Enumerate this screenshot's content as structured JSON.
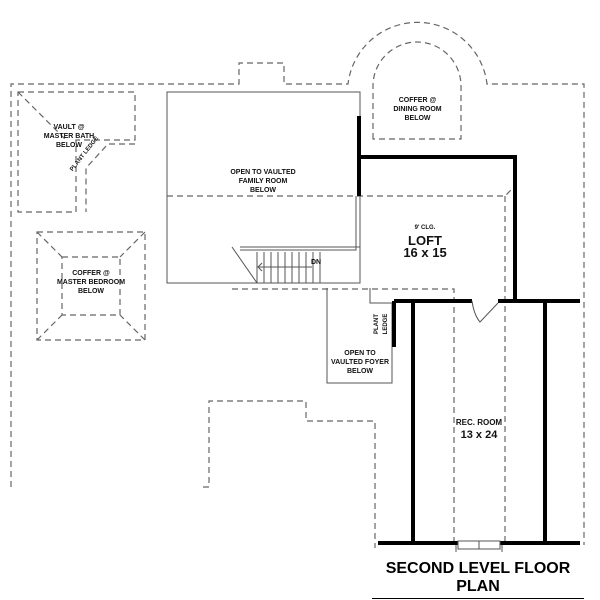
{
  "title": "SECOND LEVEL FLOOR PLAN",
  "labels": {
    "master_bath": "VAULT @\nMASTER BATH\nBELOW",
    "plant_ledge_1": "PLANT LEDGE",
    "family_room": "OPEN TO VAULTED\nFAMILY ROOM\nBELOW",
    "dining_room": "COFFER @\nDINING ROOM\nBELOW",
    "master_bedroom": "COFFER @\nMASTER BEDROOM\nBELOW",
    "loft_ceiling": "9' CLG.",
    "loft_name": "LOFT",
    "loft_size": "16 x 15",
    "stair_dn": "DN",
    "plant_ledge_2": "PLANT\nLEDGE",
    "foyer": "OPEN TO\nVAULTED FOYER\nBELOW",
    "rec_room_name": "REC. ROOM",
    "rec_room_size": "13 x 24"
  }
}
